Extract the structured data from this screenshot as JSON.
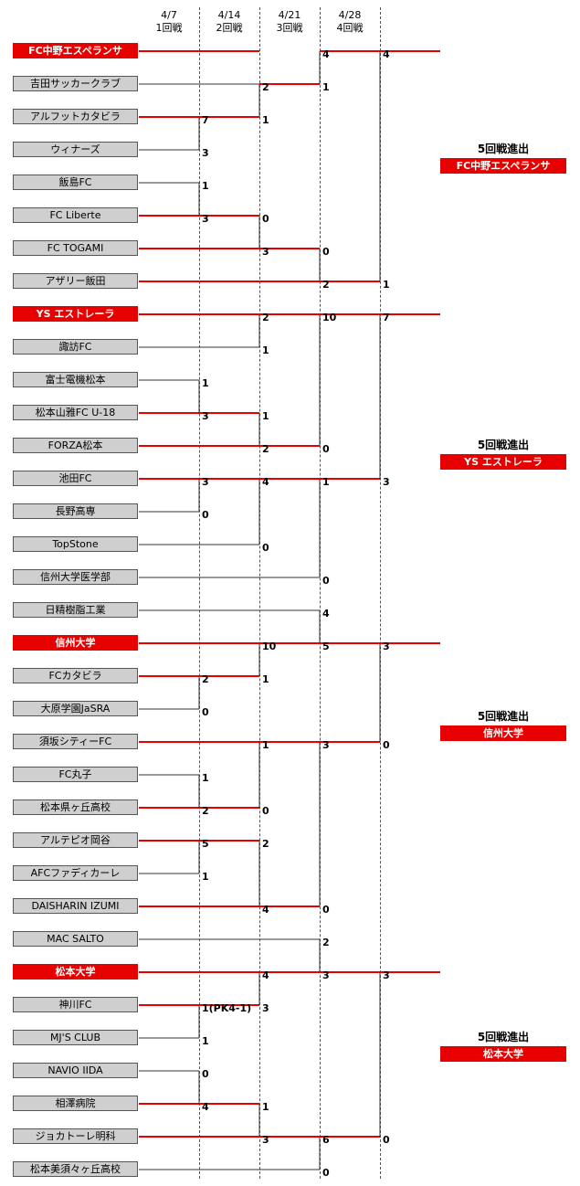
{
  "rounds": [
    {
      "date": "4/7",
      "label": "1回戦"
    },
    {
      "date": "4/14",
      "label": "2回戦"
    },
    {
      "date": "4/21",
      "label": "3回戦"
    },
    {
      "date": "4/28",
      "label": "4回戦"
    }
  ],
  "advance_label": "5回戦進出",
  "advanced": [
    "FC中野エスペランサ",
    "YS エストレーラ",
    "信州大学",
    "松本大学"
  ],
  "teams": [
    {
      "name": "FC中野エスペランサ",
      "win": true
    },
    {
      "name": "吉田サッカークラブ",
      "win": false
    },
    {
      "name": "アルフットカタビラ",
      "win": false
    },
    {
      "name": "ウィナーズ",
      "win": false
    },
    {
      "name": "飯島FC",
      "win": false
    },
    {
      "name": "FC Liberte",
      "win": false
    },
    {
      "name": "FC TOGAMI",
      "win": false
    },
    {
      "name": "アザリー飯田",
      "win": false
    },
    {
      "name": "YS エストレーラ",
      "win": true
    },
    {
      "name": "諏訪FC",
      "win": false
    },
    {
      "name": "富士電機松本",
      "win": false
    },
    {
      "name": "松本山雅FC U-18",
      "win": false
    },
    {
      "name": "FORZA松本",
      "win": false
    },
    {
      "name": "池田FC",
      "win": false
    },
    {
      "name": "長野高専",
      "win": false
    },
    {
      "name": "TopStone",
      "win": false
    },
    {
      "name": "信州大学医学部",
      "win": false
    },
    {
      "name": "日精樹脂工業",
      "win": false
    },
    {
      "name": "信州大学",
      "win": true
    },
    {
      "name": "FCカタビラ",
      "win": false
    },
    {
      "name": "大原学園JaSRA",
      "win": false
    },
    {
      "name": "須坂シティーFC",
      "win": false
    },
    {
      "name": "FC丸子",
      "win": false
    },
    {
      "name": "松本県ヶ丘高校",
      "win": false
    },
    {
      "name": "アルテピオ岡谷",
      "win": false
    },
    {
      "name": "AFCファディカーレ",
      "win": false
    },
    {
      "name": "DAISHARIN IZUMI",
      "win": false
    },
    {
      "name": "MAC SALTO",
      "win": false
    },
    {
      "name": "松本大学",
      "win": true
    },
    {
      "name": "神川FC",
      "win": false
    },
    {
      "name": "MJ'S CLUB",
      "win": false
    },
    {
      "name": "NAVIO IIDA",
      "win": false
    },
    {
      "name": "相澤病院",
      "win": false
    },
    {
      "name": "ジョカトーレ明科",
      "win": false
    },
    {
      "name": "松本美須々ヶ丘高校",
      "win": false
    }
  ],
  "scores": {
    "r1": [
      {
        "top": "7",
        "bottom": "3"
      },
      {
        "top": "1",
        "bottom": "3"
      },
      {
        "top": "1",
        "bottom": "3"
      },
      {
        "top": "3",
        "bottom": "0"
      },
      {
        "top": "2",
        "bottom": "0"
      },
      {
        "top": "1",
        "bottom": "2"
      },
      {
        "top": "5",
        "bottom": "1"
      },
      {
        "top": "1(PK4-1)",
        "bottom": "1"
      },
      {
        "top": "0",
        "bottom": "4"
      }
    ],
    "r2": [
      {
        "top": "2",
        "bottom": "1"
      },
      {
        "top": "0",
        "bottom": "3"
      },
      {
        "top": "2",
        "bottom": "1"
      },
      {
        "top": "1",
        "bottom": "2"
      },
      {
        "top": "4",
        "bottom": "0"
      },
      {
        "top": "10",
        "bottom": "1"
      },
      {
        "top": "1",
        "bottom": "0"
      },
      {
        "top": "2",
        "bottom": "4"
      },
      {
        "top": "4",
        "bottom": "3"
      },
      {
        "top": "1",
        "bottom": "3"
      }
    ],
    "r3": [
      {
        "top": "4",
        "bottom": "1"
      },
      {
        "top": "0",
        "bottom": "2"
      },
      {
        "top": "10",
        "bottom": "0"
      },
      {
        "top": "1",
        "bottom": "0"
      },
      {
        "top": "4",
        "bottom": "5"
      },
      {
        "top": "3",
        "bottom": "0"
      },
      {
        "top": "2",
        "bottom": "3"
      },
      {
        "top": "6",
        "bottom": "0"
      }
    ],
    "r4": [
      {
        "top": "4",
        "bottom": "1"
      },
      {
        "top": "7",
        "bottom": "3"
      },
      {
        "top": "3",
        "bottom": "0"
      },
      {
        "top": "3",
        "bottom": "0"
      }
    ]
  }
}
